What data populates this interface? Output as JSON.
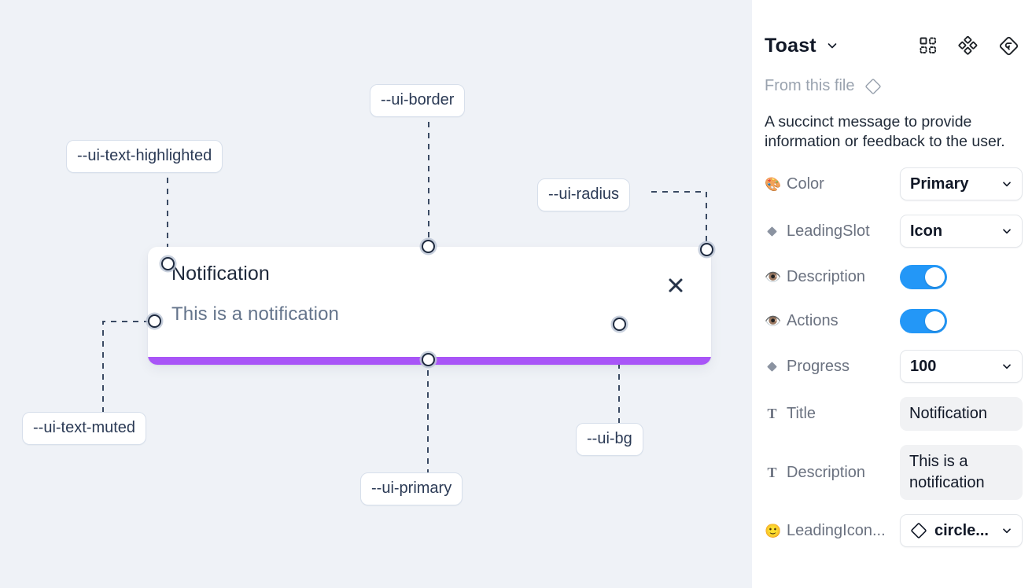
{
  "canvas": {
    "background_color": "#eff2f7",
    "tokens": [
      {
        "name": "ui-text-highlighted",
        "label": "--ui-text-highlighted"
      },
      {
        "name": "ui-border",
        "label": "--ui-border"
      },
      {
        "name": "ui-radius",
        "label": "--ui-radius"
      },
      {
        "name": "ui-text-muted",
        "label": "--ui-text-muted"
      },
      {
        "name": "ui-primary",
        "label": "--ui-primary"
      },
      {
        "name": "ui-bg",
        "label": "--ui-bg"
      }
    ]
  },
  "toast": {
    "title": "Notification",
    "description": "This is a notification",
    "close_icon": "close-icon",
    "progress_color": "#a855f7",
    "background_color": "#ffffff",
    "title_color": "#1e293b",
    "description_color": "#64748b"
  },
  "panel": {
    "title": "Toast",
    "title_chevron_icon": "chevron-down-icon",
    "header_icons": [
      {
        "name": "component-grid-icon"
      },
      {
        "name": "variants-cluster-icon"
      },
      {
        "name": "reset-diamond-icon"
      }
    ],
    "from_file_label": "From this file",
    "from_file_icon": "diamond-icon",
    "description": "A succinct message to provide information or feedback to the user.",
    "properties": [
      {
        "name": "color",
        "icon": "palette-emoji",
        "icon_glyph": "🎨",
        "label": "Color",
        "control": "select",
        "value": "Primary"
      },
      {
        "name": "leading-slot",
        "icon": "diamond-icon",
        "label": "LeadingSlot",
        "control": "select",
        "value": "Icon"
      },
      {
        "name": "description-visibility",
        "icon": "eye-emoji",
        "icon_glyph": "👁️",
        "label": "Description",
        "control": "toggle",
        "value": "on",
        "accent_color": "#2397f7"
      },
      {
        "name": "actions-visibility",
        "icon": "eye-emoji",
        "icon_glyph": "👁️",
        "label": "Actions",
        "control": "toggle",
        "value": "on",
        "accent_color": "#2397f7"
      },
      {
        "name": "progress",
        "icon": "diamond-icon",
        "label": "Progress",
        "control": "select",
        "value": "100"
      },
      {
        "name": "title",
        "icon": "text-t-icon",
        "icon_glyph": "T",
        "label": "Title",
        "control": "text",
        "value": "Notification"
      },
      {
        "name": "description-text",
        "icon": "text-t-icon",
        "icon_glyph": "T",
        "label": "Description",
        "control": "text",
        "value": "This is a notification"
      },
      {
        "name": "leading-icon",
        "icon": "smiley-emoji",
        "icon_glyph": "🙂",
        "label": "LeadingIcon...",
        "control": "select-icon",
        "value": "circle...",
        "lead_icon": "diamond-icon"
      }
    ]
  }
}
